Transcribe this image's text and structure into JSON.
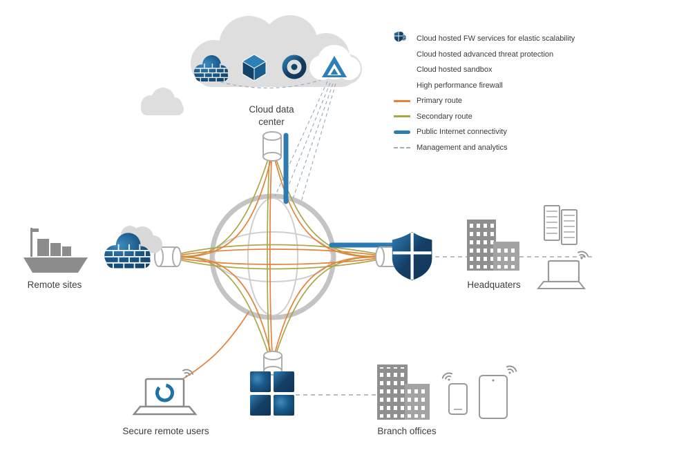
{
  "diagram": {
    "labels": {
      "cloud_data_center": "Cloud data center",
      "remote_sites": "Remote sites",
      "headquarters": "Headquaters",
      "secure_remote_users": "Secure remote users",
      "branch_offices": "Branch offices"
    },
    "legend": {
      "items": [
        {
          "icon": "cloud-firewall-icon",
          "label": "Cloud hosted FW services for elastic scalability"
        },
        {
          "icon": "cloud-threat-protection-icon",
          "label": "Cloud hosted advanced threat protection"
        },
        {
          "icon": "cloud-sandbox-icon",
          "label": "Cloud hosted sandbox"
        },
        {
          "icon": "firewall-shield-icon",
          "label": "High performance firewall"
        },
        {
          "icon": "primary-route-line",
          "label": "Primary route",
          "color": "#E58138"
        },
        {
          "icon": "secondary-route-line",
          "label": "Secondary route",
          "color": "#ABA648"
        },
        {
          "icon": "public-internet-line",
          "label": "Public Internet connectivity",
          "color": "#2C7BB3"
        },
        {
          "icon": "management-analytics-line",
          "label": "Management and analytics",
          "color": "#9AAFBE"
        }
      ]
    },
    "colors": {
      "primary_route": "#E58138",
      "secondary_route": "#ABA648",
      "public_internet": "#2C7BB3",
      "management_analytics": "#9AAFBE",
      "icon_navy": "#14436B",
      "icon_gray": "#8F8F8F",
      "cloud_gray": "#DEDEDE"
    }
  }
}
